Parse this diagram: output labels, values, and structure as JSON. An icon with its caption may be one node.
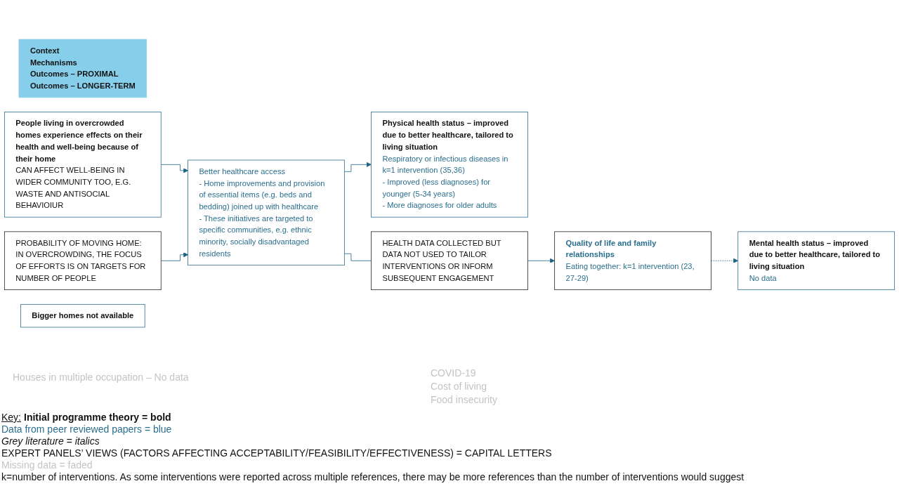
{
  "diagram": {
    "nodes": [
      {
        "text": [
          "Context",
          "Mechanisms",
          "Outcomes – PROXIMAL",
          "Outcomes – LONGER-TERM"
        ]
      },
      {
        "text": [
          "PROBABILITY OF MOVING HOME:",
          "IN OVERCROWDING, THE FOCUS OF EFFORTS IS ON TARGETS FOR NUMBER OF PEOPLE"
        ]
      },
      {
        "text": [
          "People living in overcrowded homes experience effects on their health and well-being because of their home",
          "CAN AFFECT WELL-BEING IN WIDER COMMUNITY TOO, E.G. WASTE AND ANTISOCIAL BEHAVIOIUR"
        ]
      },
      {
        "text": [
          "Better healthcare access",
          "- Home improvements and provision of essential items (e.g. beds and bedding) joined up with healthcare",
          "- These initiatives are targeted to specific communities, e.g. ethnic minority, socially disadvantaged residents"
        ]
      },
      {
        "text": [
          "Physical health status – improved due to better healthcare, tailored to living situation",
          "Respiratory or infectious diseases in k=1 intervention (35,36)",
          "- Improved (less diagnoses) for younger (5-34 years)",
          "- More diagnoses for older adults"
        ]
      },
      {
        "text": [
          "Bigger homes not available"
        ]
      },
      {
        "text": [
          "HEALTH DATA COLLECTED BUT DATA NOT USED TO TAILOR INTERVENTIONS OR INFORM SUBSEQUENT ENGAGEMENT"
        ]
      },
      {
        "text": [
          "Quality of life and family relationships",
          "Eating together: k=1 intervention (23, 27-29)"
        ]
      },
      {
        "text": [
          "Mental health status – improved due to better healthcare, tailored to living situation",
          "No data"
        ]
      }
    ],
    "edges": [
      {
        "from": 2,
        "to": 3,
        "arrow": "to"
      },
      {
        "from": 1,
        "to": 3,
        "arrow": "to"
      },
      {
        "from": 3,
        "to": 4,
        "arrow": "to"
      },
      {
        "from": 3,
        "to": 6,
        "arrow": "none"
      },
      {
        "from": 6,
        "to": 7,
        "arrow": "to"
      },
      {
        "from": 7,
        "to": 8,
        "arrow": "to",
        "style": "dashed"
      }
    ],
    "labels": [
      "Houses in multiple occupation – No data",
      "COVID-19",
      "Cost of living",
      "Food insecurity",
      "Key:",
      "k=number of interventions. As some interventions were reported across multiple references, there may be more references than the number of interventions would suggest"
    ],
    "legend": [
      {
        "text": "Initial programme theory = bold"
      },
      {
        "text": "Data from peer reviewed papers = blue"
      },
      {
        "text": "Grey literature = italics"
      },
      {
        "text": "EXPERT PANELS’ VIEWS (FACTORS AFFECTING ACCEPTABILITY/FEASIBILITY/EFFECTIVENESS) = CAPITAL LETTERS"
      },
      {
        "text": "Missing data = faded"
      }
    ]
  }
}
